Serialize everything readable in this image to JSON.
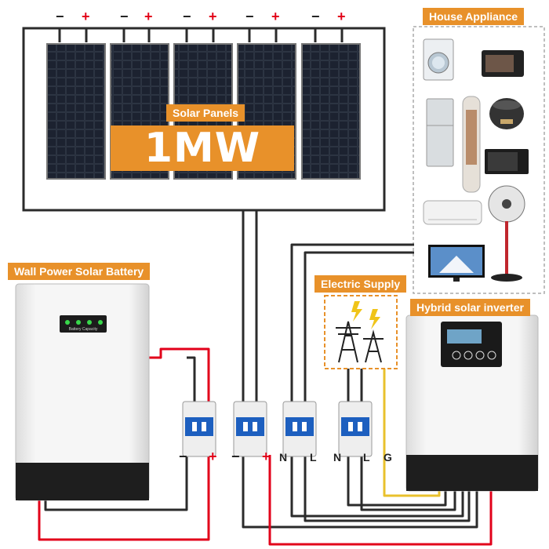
{
  "labels": {
    "solar_panels": "Solar Panels",
    "capacity": "1MW",
    "house_appliance": "House Appliance",
    "battery": "Wall Power Solar Battery",
    "electric_supply": "Electric Supply",
    "inverter": "Hybrid solar inverter"
  },
  "panel_polarity": {
    "negative": "−",
    "positive": "+"
  },
  "breaker_terminals": {
    "battery_neg": "−",
    "battery_pos": "+",
    "pv_neg": "−",
    "pv_pos": "+",
    "n1": "N",
    "l1": "L",
    "n2": "N",
    "l2": "L",
    "g": "G"
  },
  "battery_display": {
    "caption": "Battery Capacity"
  },
  "colors": {
    "accent": "#e8912a",
    "wire_red": "#e2001a",
    "wire_dark": "#2b2b2b",
    "wire_ground": "#e9c12c"
  }
}
